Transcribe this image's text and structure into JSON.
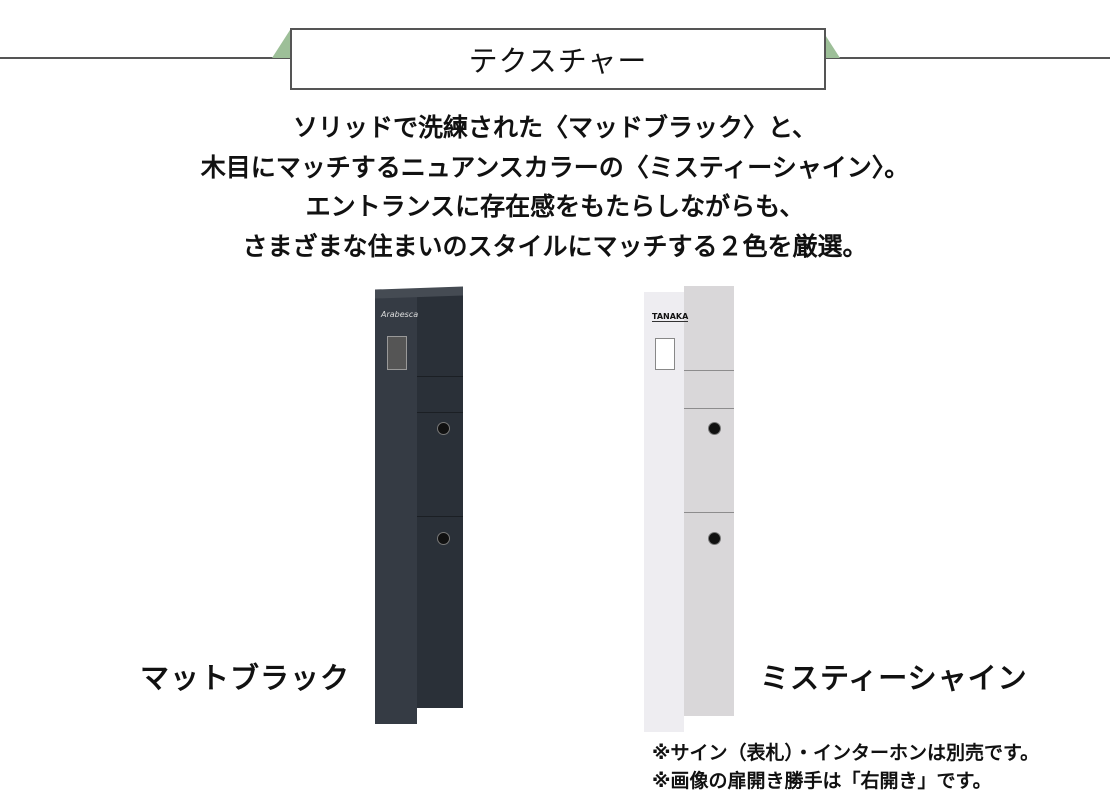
{
  "section": {
    "title": "テクスチャー"
  },
  "intro": {
    "lines": [
      "ソリッドで洗練された〈マッドブラック〉と、",
      "木目にマッチするニュアンスカラーの〈ミスティーシャイン〉。",
      "エントランスに存在感をもたらしながらも、",
      "さまざまな住まいのスタイルにマッチする２色を厳選。"
    ]
  },
  "products": [
    {
      "label": "マットブラック",
      "color": "#2f353d",
      "side_color": "#262b32",
      "logo": "Arabesca"
    },
    {
      "label": "ミスティーシャイン",
      "color": "#e9e8ec",
      "side_color": "#d6d4d6",
      "logo": "TANAKA"
    }
  ],
  "notes": [
    "※サイン（表札）・インターホンは別売です。",
    "※画像の扉開き勝手は「右開き」です。"
  ],
  "colors": {
    "accent_green": "#9dbf98",
    "rule": "#555555"
  }
}
